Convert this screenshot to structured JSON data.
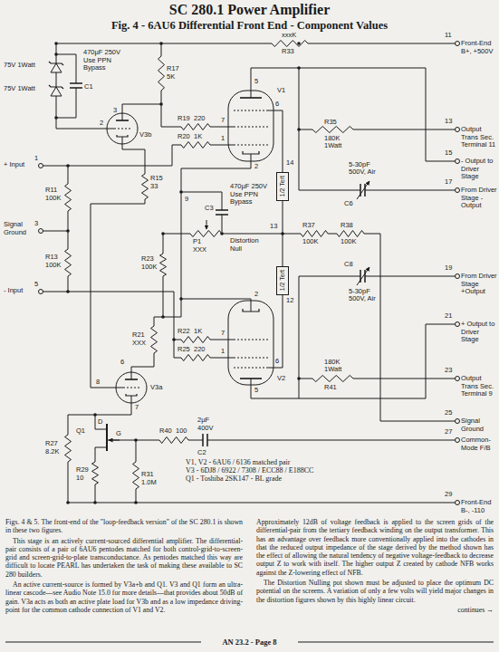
{
  "diagram": {
    "title": "SC 280.1 Power Amplifier",
    "caption": "Figs. 4 & 5. The front-end of the \"loop-feedback version\" of the SC 280.1 is shown in these two figures.",
    "nodes": [
      {
        "text": [
          "1/2 Tert"
        ]
      },
      {
        "text": [
          "1/2 Tert"
        ]
      }
    ],
    "edges": [
      {
        "from": 0,
        "to": 1,
        "arrow": "none"
      }
    ],
    "labels": [
      "Fig. 4 - 6AU6 Differential Front End - Component Values",
      "11",
      "Front-End B+, +500V",
      "13",
      "Output Trans Sec. Terminal 11",
      "15",
      "- Output to Driver Stage",
      "17",
      "From Driver Stage -Output",
      "19",
      "From Driver Stage +Output",
      "21",
      "+ Output to Driver Stage",
      "23",
      "Output Trans Sec. Terminal 9",
      "25",
      "Signal Ground",
      "27",
      "Common-Mode F/B",
      "29",
      "Front-End B-, -110",
      "1",
      "+ Input",
      "3",
      "Signal Ground",
      "5",
      "- Input",
      "xxxK",
      "R33",
      "75V 1Watt",
      "75V 1Watt",
      "C1",
      "470µF 250V Use PPN Bypass",
      "R17",
      "5K",
      "3",
      "2",
      "V3b",
      "R19",
      "220",
      "R20",
      "1K",
      "R15",
      "33",
      "7",
      "1",
      "5",
      "6",
      "2",
      "V1",
      "14",
      "R35",
      "180K",
      "1Watt",
      "5-30pF",
      "500V, Air",
      "C6",
      "470µF 250V Use PPN Bypass",
      "C3",
      "9",
      "Distortion Null",
      "P1",
      "XXX",
      "13",
      "R37",
      "100K",
      "R38",
      "100K",
      "R23",
      "100K",
      "R11",
      "100K",
      "R13",
      "100K",
      "R22",
      "1K",
      "R25",
      "220",
      "R21",
      "XXX",
      "6",
      "7",
      "1",
      "2",
      "5",
      "V2",
      "12",
      "C8",
      "5-30pF",
      "500V, Air",
      "180K",
      "1Watt",
      "R41",
      "V3a",
      "6",
      "8",
      "7",
      "R27",
      "8.2K",
      "Q1",
      "D",
      "G",
      "R29",
      "10",
      "R31",
      "1.0M",
      "R40",
      "100",
      "2µF",
      "400V",
      "C2",
      "V1, V2 - 6AU6 / 6136 matched pair",
      "V3 - 6DJ8 / 6922 / 7308 / ECC88 / E188CC",
      "Q1 - Toshiba 2SK147 - BL grade",
      "This stage is an actively current-sourced differential amplifier. The differential-pair consists of a pair of 6AU6 pentodes matched for both control-grid-to-screen-grid and screen-grid-to-plate transconductance. As pentodes matched this way are difficult to locate PEARL has undertaken the task of making these available to SC 280 builders.",
      "An active current-source is formed by V3a+b and Q1. V3 and Q1 form an ultra-linear cascode—see Audio Note 15.0 for more details—that provides about 50dB of gain. V3a acts as both an active plate load for V3b and as a low impedance driving-point for the common cathode connection of V1 and V2.",
      "Approximately 12dB of voltage feedback is applied to the screen grids of the differential-pair from the tertiary feedback winding on the output transformer. This has an advantage over feedback more conventionally applied into the cathodes in that the reduced output impedance of the stage derived by the method shown has the effect of allowing the natural tendency of negative voltage-feedback to decrease output Z to work with itself. The higher output Z created by cathode NFB works against the Z-lowering effect of NFB.",
      "The Distortion Nulling pot shown must be adjusted to place the optimum DC potential on the screens. A variation of only a few volts will yield major changes in the distortion figures shown by this highly linear circuit.",
      "continues →",
      "AN 23.2 - Page 8"
    ]
  }
}
